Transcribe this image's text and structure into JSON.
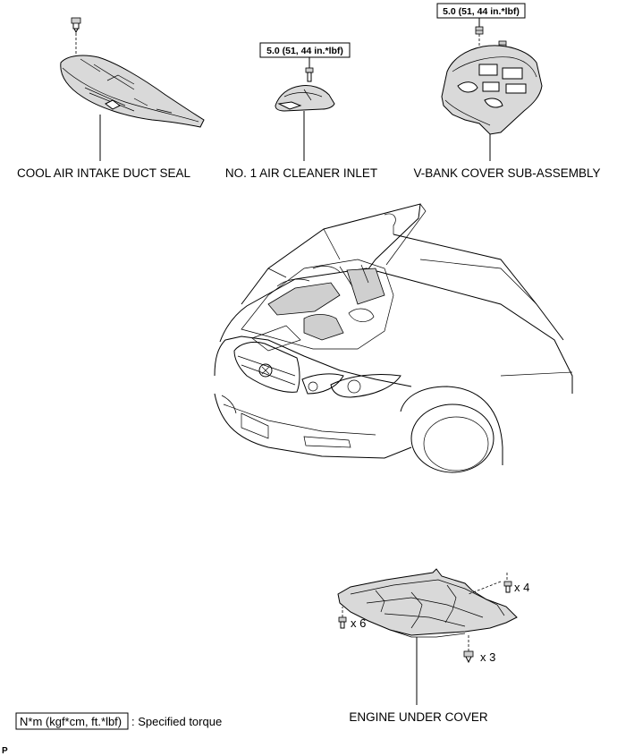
{
  "parts": {
    "cool_air_intake_duct_seal": "COOL AIR INTAKE DUCT SEAL",
    "no1_air_cleaner_inlet": "NO. 1 AIR CLEANER INLET",
    "v_bank_cover_sub_assembly": "V-BANK COVER SUB-ASSEMBLY",
    "engine_under_cover": "ENGINE UNDER COVER"
  },
  "torque": {
    "air_cleaner_inlet": "5.0 (51, 44 in.*lbf)",
    "v_bank_cover": "5.0 (51, 44 in.*lbf)"
  },
  "fastener_counts": {
    "right_upper": "x 4",
    "left": "x 6",
    "right_lower": "x 3"
  },
  "legend": {
    "box_text": "N*m (kgf*cm, ft.*lbf)",
    "description": ": Specified torque"
  },
  "corner_mark": "P",
  "colors": {
    "line": "#000000",
    "shade": "#d9d9d9",
    "background": "#ffffff"
  }
}
